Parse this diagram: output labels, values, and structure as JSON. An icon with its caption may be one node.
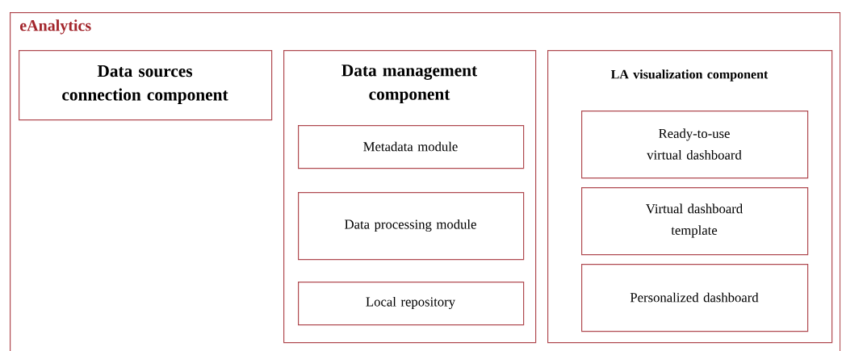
{
  "diagram": {
    "nodes": [
      {
        "text": [
          "eAnalytics"
        ]
      },
      {
        "text": [
          "Data sources connection component"
        ],
        "in": 0
      },
      {
        "text": [
          "Data management component"
        ],
        "in": 0
      },
      {
        "text": [
          "Metadata module"
        ],
        "in": 2
      },
      {
        "text": [
          "Data processing module"
        ],
        "in": 2
      },
      {
        "text": [
          "Local repository"
        ],
        "in": 2
      },
      {
        "text": [
          "LA visualization component"
        ],
        "in": 0
      },
      {
        "text": [
          "Ready-to-use virtual dashboard"
        ],
        "in": 6
      },
      {
        "text": [
          "Virtual dashboard template"
        ],
        "in": 6
      },
      {
        "text": [
          "Personalized dashboard"
        ],
        "in": 6
      }
    ]
  }
}
